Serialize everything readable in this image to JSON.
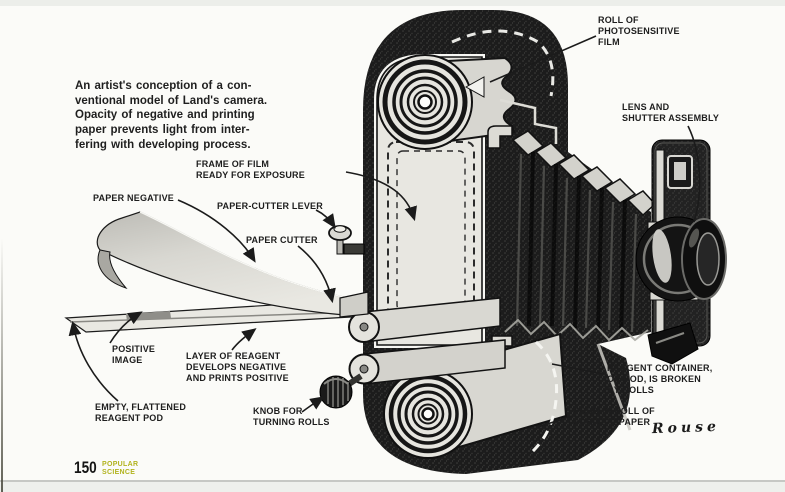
{
  "page": {
    "kind": "vintage magazine diagram page",
    "colors": {
      "paper": "#fbfbf8",
      "ink": "#1d1d1d",
      "magazine_accent": "#b2b31e"
    }
  },
  "intro": {
    "text": "An artist's conception of a con-\nventional model of Land's camera.\nOpacity of negative and printing\npaper prevents light from inter-\nfering with developing process."
  },
  "labels": {
    "roll_of_film": "ROLL OF\nPHOTOSENSITIVE\nFILM",
    "lens_shutter": "LENS AND\nSHUTTER ASSEMBLY",
    "frame_of_film": "FRAME OF FILM\nREADY FOR EXPOSURE",
    "paper_negative": "PAPER NEGATIVE",
    "paper_cutter_lever": "PAPER-CUTTER LEVER",
    "paper_cutter": "PAPER CUTTER",
    "positive_image": "POSITIVE\nIMAGE",
    "layer_of_reagent": "LAYER OF REAGENT\nDEVELOPS NEGATIVE\nAND PRINTS POSITIVE",
    "empty_pod": "EMPTY, FLATTENED\nREAGENT POD",
    "knob": "KNOB FOR\nTURNING ROLLS",
    "reagent_container": "REAGENT CONTAINER,\nOR POD, IS BROKEN\nBY ROLLS",
    "pods_in_roll": "PODS IN ROLL OF\nPOSITIVE PAPER"
  },
  "signature": "Rouse",
  "footer": {
    "page_number": "150",
    "magazine": "POPULAR\nSCIENCE"
  }
}
